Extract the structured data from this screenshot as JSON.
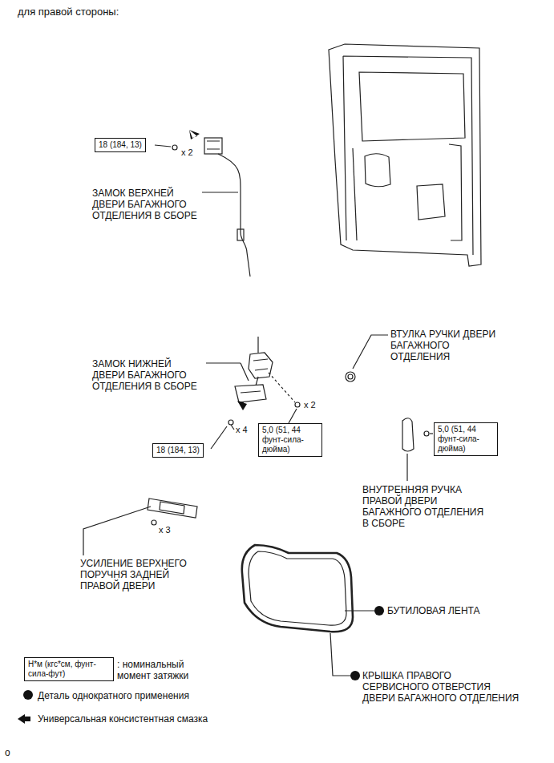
{
  "diagram": {
    "title": "для правой стороны:",
    "nodes": [
      {
        "text": [
          "18 (184, 13)"
        ]
      },
      {
        "text": [
          "5,0 (51, 44 фунт-сила-дюйма)"
        ]
      },
      {
        "text": [
          "5,0 (51, 44 фунт-сила-дюйма)"
        ]
      },
      {
        "text": [
          "18 (184, 13)"
        ]
      },
      {
        "text": [
          "Н*м (кгс*см, фунт-сила-фут)"
        ]
      }
    ],
    "labels": [
      "x 2",
      "ЗАМОК ВЕРХНЕЙ ДВЕРИ БАГАЖНОГО ОТДЕЛЕНИЯ В СБОРЕ",
      "ВТУЛКА РУЧКИ ДВЕРИ БАГАЖНОГО ОТДЕЛЕНИЯ",
      "ЗАМОК НИЖНЕЙ ДВЕРИ БАГАЖНОГО ОТДЕЛЕНИЯ В СБОРЕ",
      "x 2",
      "x 4",
      "ВНУТРЕННЯЯ РУЧКА ПРАВОЙ ДВЕРИ БАГАЖНОГО ОТДЕЛЕНИЯ В СБОРЕ",
      "x 3",
      "УСИЛЕНИЕ ВЕРХНЕГО ПОРУЧНЯ ЗАДНЕЙ ПРАВОЙ ДВЕРИ",
      "БУТИЛОВАЯ ЛЕНТА",
      "КРЫШКА ПРАВОГО СЕРВИСНОГО ОТВЕРСТИЯ ДВЕРИ БАГАЖНОГО ОТДЕЛЕНИЯ",
      "o"
    ],
    "legend": [
      {
        "text": ": номинальный момент затяжки"
      },
      {
        "text": "Деталь однократного применения"
      },
      {
        "text": "Универсальная консистентная смазка"
      }
    ]
  }
}
